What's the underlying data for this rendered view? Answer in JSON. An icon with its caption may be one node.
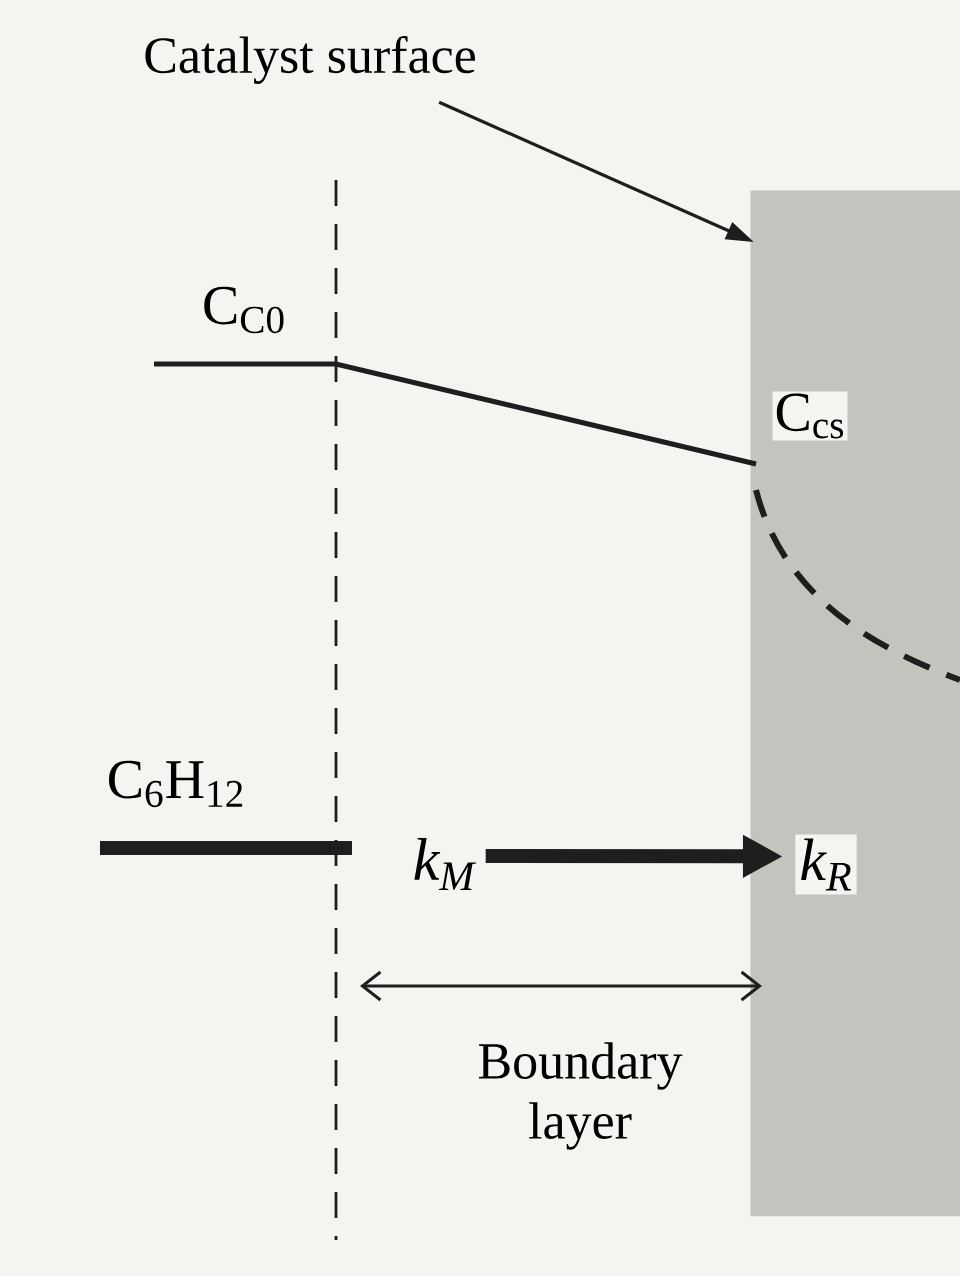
{
  "diagram": {
    "nodes": [
      {
        "text": [
          "Catalyst surface"
        ]
      },
      {
        "text": [],
        "shape": "box"
      },
      {
        "text": [
          "k$_{M}$"
        ]
      },
      {
        "text": [
          "k$_{R}$"
        ],
        "in": 1
      }
    ],
    "edges": [
      {
        "from": 0,
        "to": 1,
        "arrow": "to"
      },
      {
        "from": 2,
        "to": 3,
        "arrow": "to",
        "style": "thick"
      }
    ],
    "labels": [
      "C$_{C0}$",
      "C$_{cs}$",
      "C$_{6}$H$_{12}$",
      "Boundary layer"
    ]
  }
}
